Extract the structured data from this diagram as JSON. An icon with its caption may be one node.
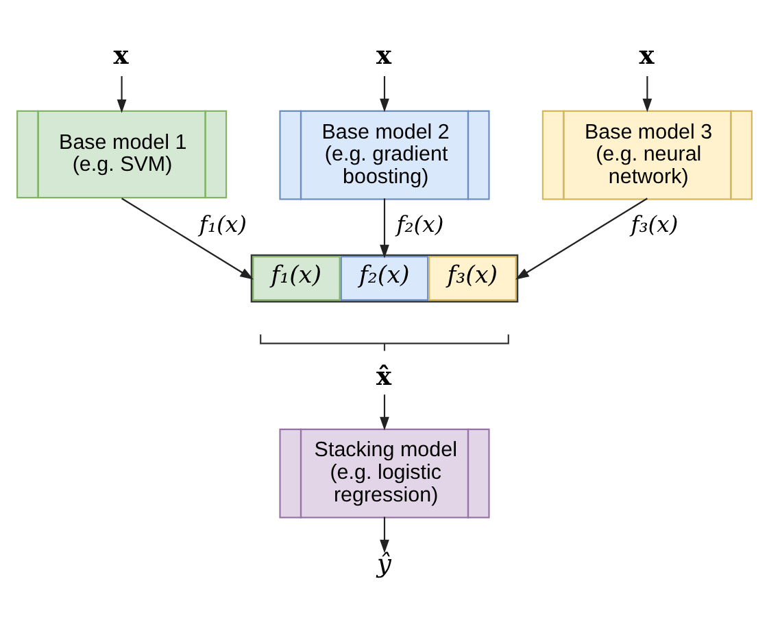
{
  "diagram": {
    "nodes": [
      {
        "text": [
          "x"
        ]
      },
      {
        "text": [
          "x"
        ]
      },
      {
        "text": [
          "x"
        ]
      },
      {
        "text": [
          "Base model 1 (e.g. SVM)"
        ]
      },
      {
        "text": [
          "Base model 2 (e.g. gradient boosting)"
        ]
      },
      {
        "text": [
          "Base model 3 (e.g. neural network)"
        ]
      },
      {
        "text": [],
        "shape": "box"
      },
      {
        "text": [
          "f₁(x)"
        ],
        "in": 6
      },
      {
        "text": [
          "f₂(x)"
        ],
        "in": 6
      },
      {
        "text": [
          "f₃(x)"
        ],
        "in": 6
      },
      {
        "text": [
          "x̂"
        ]
      },
      {
        "text": [
          "Stacking model (e.g. logistic regression)"
        ]
      },
      {
        "text": [
          "ŷ"
        ]
      }
    ],
    "edges": [
      {
        "from": 0,
        "to": 3,
        "arrow": "to"
      },
      {
        "from": 1,
        "to": 4,
        "arrow": "to"
      },
      {
        "from": 2,
        "to": 5,
        "arrow": "to"
      },
      {
        "from": 3,
        "to": 7,
        "arrow": "to",
        "label": "f₁(x)"
      },
      {
        "from": 4,
        "to": 8,
        "arrow": "to",
        "label": "f₂(x)"
      },
      {
        "from": 5,
        "to": 9,
        "arrow": "to",
        "label": "f₃(x)"
      },
      {
        "from": 10,
        "to": 11,
        "arrow": "to"
      },
      {
        "from": 11,
        "to": 12,
        "arrow": "to"
      }
    ]
  }
}
